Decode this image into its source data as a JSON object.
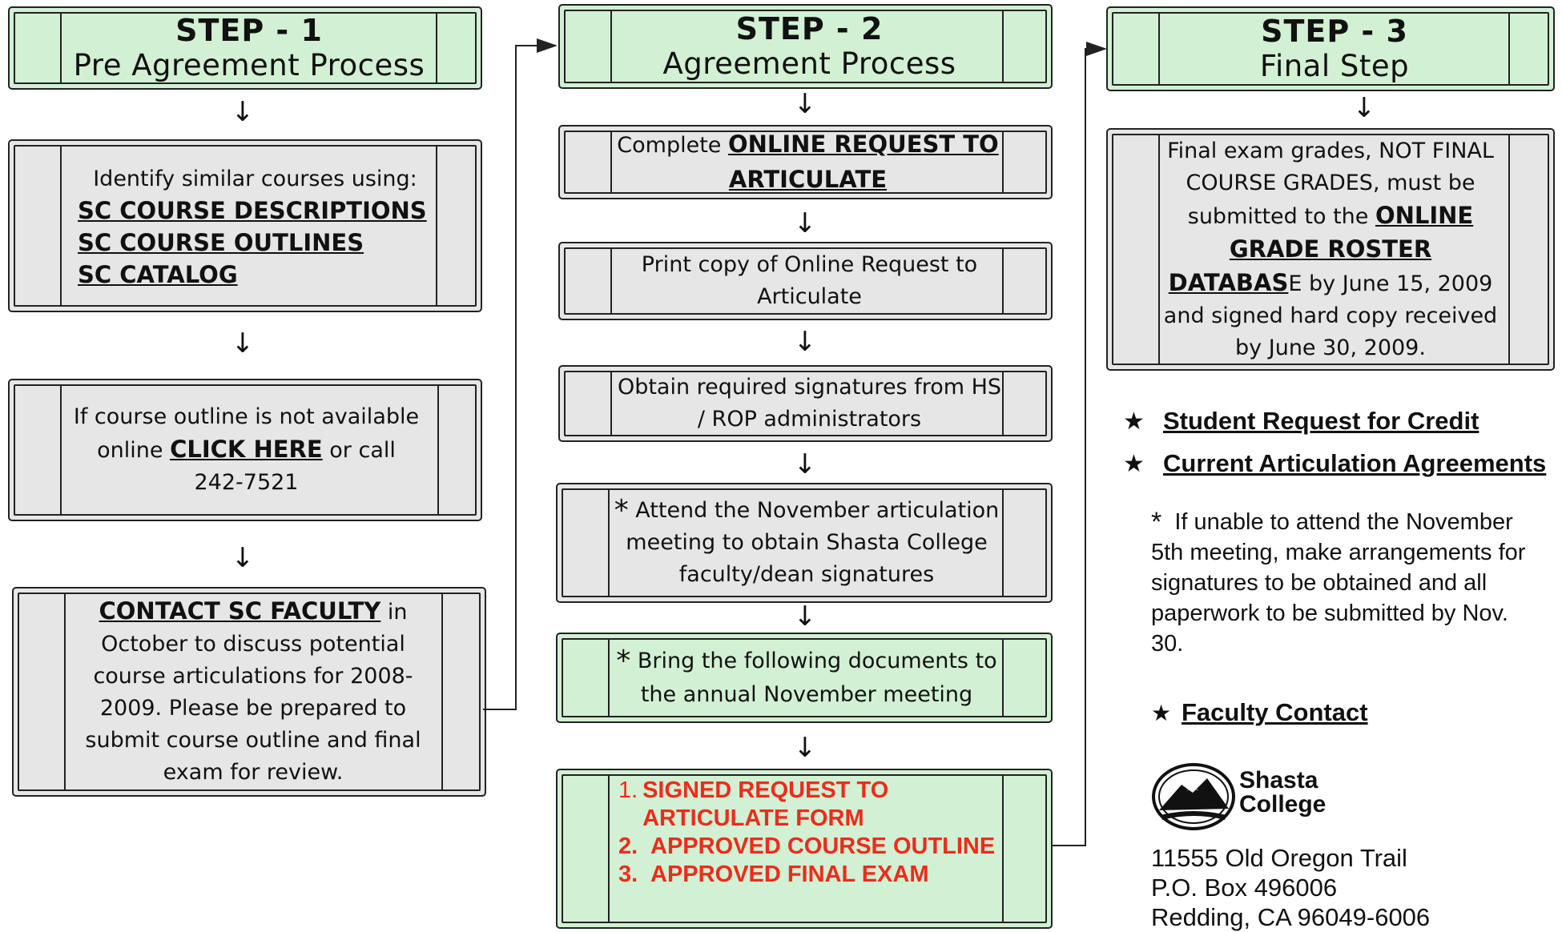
{
  "step1": {
    "title": "STEP - 1",
    "subtitle": "Pre Agreement Process",
    "identify_text": "Identify similar courses using:",
    "links": [
      "SC COURSE DESCRIPTIONS",
      "SC COURSE OUTLINES",
      "SC CATALOG"
    ],
    "outline_pre": "If course outline is not available online ",
    "outline_link": "CLICK HERE",
    "outline_post": " or call",
    "outline_phone": "242-7521",
    "contact_link": "CONTACT SC FACULTY",
    "contact_text_1": " in",
    "contact_text_2": "October to discuss potential course articulations for 2008-2009.  Please be prepared to submit course outline and final exam for review."
  },
  "step2": {
    "title": "STEP - 2",
    "subtitle": "Agreement Process",
    "complete_pre": "Complete ",
    "complete_link": "ONLINE REQUEST TO ARTICULATE",
    "print_text": "Print copy of Online Request to Articulate",
    "obtain_text": "Obtain required signatures from HS / ROP administrators",
    "attend_star": "*",
    "attend_text": "Attend the November articulation meeting to obtain Shasta College faculty/dean signatures",
    "bring_star": "*",
    "bring_text": "Bring the following documents to the annual November meeting",
    "documents": [
      {
        "num": "1.",
        "text": "SIGNED REQUEST TO ARTICULATE FORM"
      },
      {
        "num": "2.",
        "text": "APPROVED COURSE OUTLINE"
      },
      {
        "num": "3.",
        "text": "APPROVED FINAL EXAM"
      }
    ]
  },
  "step3": {
    "title": "STEP - 3",
    "subtitle": "Final Step",
    "final_1": "Final exam grades, NOT FINAL COURSE GRADES, must be submitted to the ",
    "final_link": "ONLINE GRADE  ROSTER DATABAS",
    "final_2": "E by June 15, 2009 and signed hard copy received by June 30, 2009."
  },
  "sidebar": {
    "star": "★",
    "student_request": "Student Request for Credit",
    "current_agreements": "Current Articulation Agreements",
    "note_star": "*",
    "note_text": "If unable to attend the November 5th meeting, make arrangements for signatures to be obtained and all paperwork to be submitted by Nov. 30.",
    "faculty_contact": "Faculty Contact",
    "logo_line1": "Shasta",
    "logo_line2": "College",
    "address_1": "11555 Old Oregon Trail",
    "address_2": "P.O. Box 496006",
    "address_3": "Redding, CA  96049-6006"
  },
  "arrow_glyph": "↓",
  "colors": {
    "green_fill": "#d2f0d3",
    "gray_fill": "#e6e6e6",
    "red_text": "#ee2b1b",
    "outline": "#222222"
  }
}
